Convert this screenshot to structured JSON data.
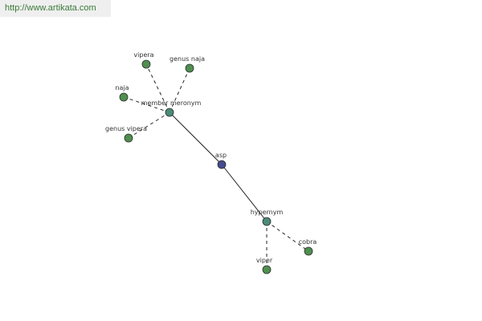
{
  "site_url": "http://www.artikata.com",
  "colors": {
    "leaf": "#4f8f4f",
    "relation": "#4a8a78",
    "root": "#454b8f",
    "stroke": "#2e2e2e",
    "edge": "#222222",
    "url_text": "#3a7a3a",
    "url_bg": "#efefef"
  },
  "graph": {
    "nodes": [
      {
        "id": "asp",
        "label": "asp",
        "type": "root"
      },
      {
        "id": "member-meronym",
        "label": "member meronym",
        "type": "relation"
      },
      {
        "id": "hypernym",
        "label": "hypernym",
        "type": "relation"
      },
      {
        "id": "vipera",
        "label": "vipera",
        "type": "leaf"
      },
      {
        "id": "genus-naja",
        "label": "genus naja",
        "type": "leaf"
      },
      {
        "id": "naja",
        "label": "naja",
        "type": "leaf"
      },
      {
        "id": "genus-vipera",
        "label": "genus vipera",
        "type": "leaf"
      },
      {
        "id": "cobra",
        "label": "cobra",
        "type": "leaf"
      },
      {
        "id": "viper",
        "label": "viper",
        "type": "leaf"
      }
    ],
    "edges": [
      {
        "from": "asp",
        "to": "member-meronym",
        "style": "solid"
      },
      {
        "from": "asp",
        "to": "hypernym",
        "style": "solid"
      },
      {
        "from": "member-meronym",
        "to": "vipera",
        "style": "dashed"
      },
      {
        "from": "member-meronym",
        "to": "genus-naja",
        "style": "dashed"
      },
      {
        "from": "member-meronym",
        "to": "naja",
        "style": "dashed"
      },
      {
        "from": "member-meronym",
        "to": "genus-vipera",
        "style": "dashed"
      },
      {
        "from": "hypernym",
        "to": "cobra",
        "style": "dashed"
      },
      {
        "from": "hypernym",
        "to": "viper",
        "style": "dashed"
      }
    ]
  }
}
